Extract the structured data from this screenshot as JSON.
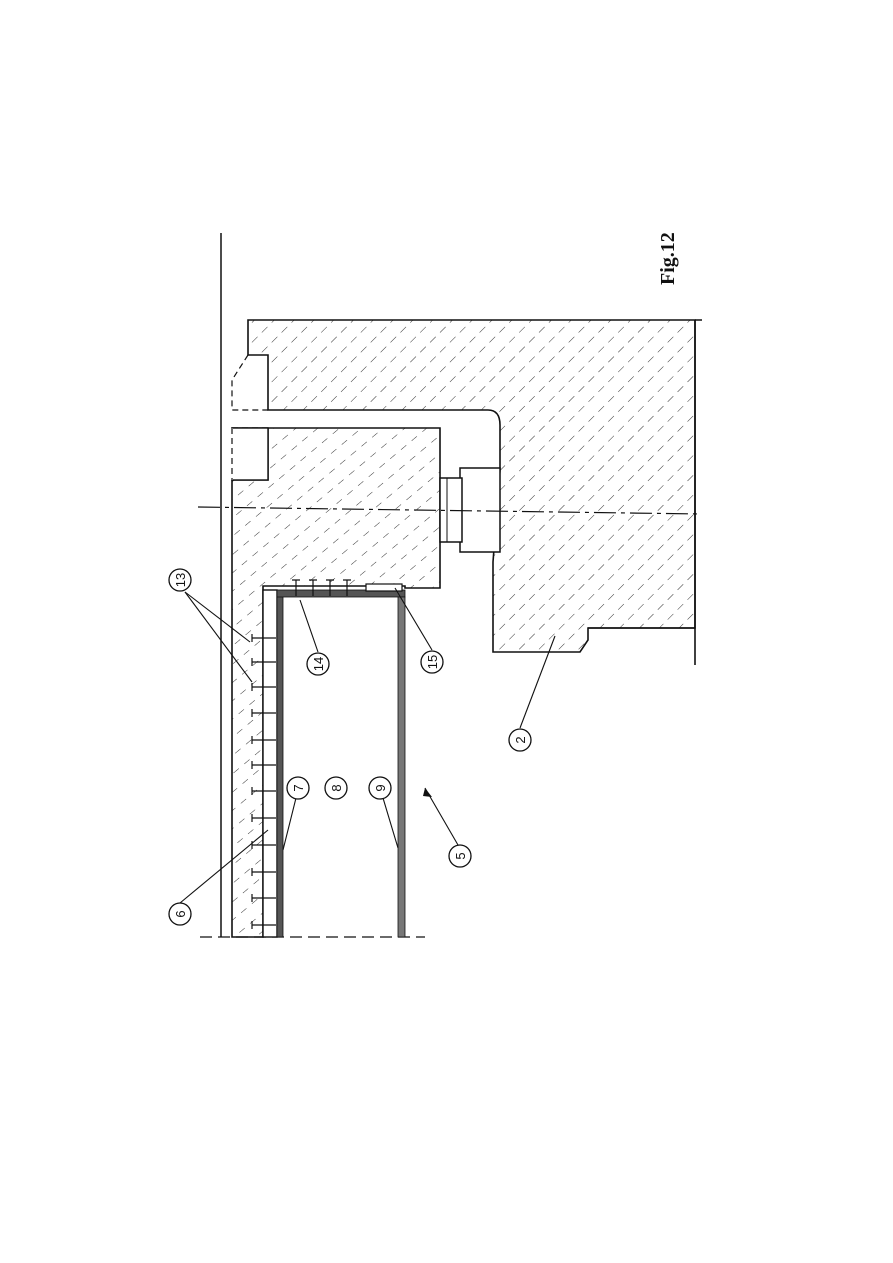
{
  "figure": {
    "title": "Fig.12",
    "callouts": [
      {
        "id": "c13",
        "label": "13"
      },
      {
        "id": "c14",
        "label": "14"
      },
      {
        "id": "c15",
        "label": "15"
      },
      {
        "id": "c2",
        "label": "2"
      },
      {
        "id": "c6",
        "label": "6"
      },
      {
        "id": "c7",
        "label": "7"
      },
      {
        "id": "c8",
        "label": "8"
      },
      {
        "id": "c9",
        "label": "9"
      },
      {
        "id": "c5",
        "label": "5"
      }
    ]
  }
}
